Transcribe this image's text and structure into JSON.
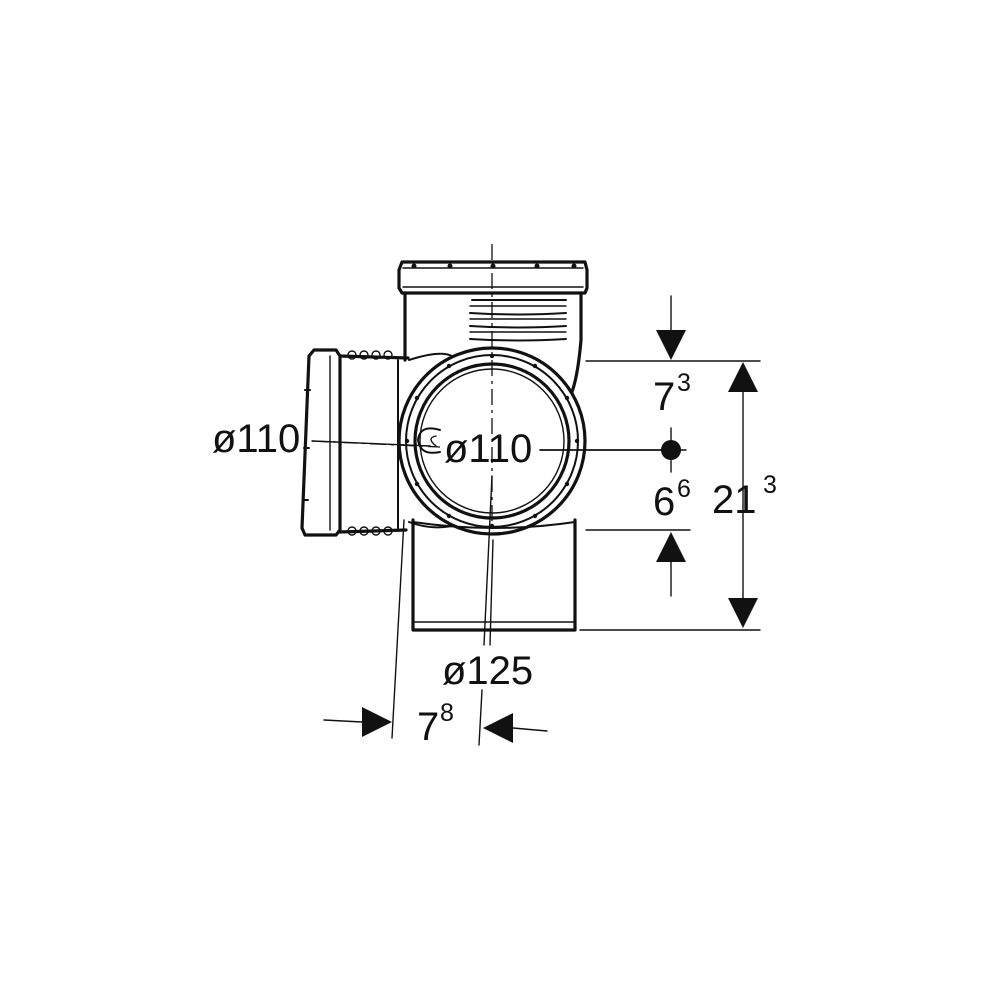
{
  "labels": {
    "side_branch_diameter": "ø110",
    "front_opening_diameter": "ø110",
    "main_diameter": "ø125",
    "offset_top": {
      "main": "7",
      "sup": "3"
    },
    "offset_center": {
      "main": "6",
      "sup": "6"
    },
    "overall_height": {
      "main": "21",
      "sup": "3"
    },
    "branch_offset": {
      "main": "7",
      "sup": "8"
    }
  }
}
